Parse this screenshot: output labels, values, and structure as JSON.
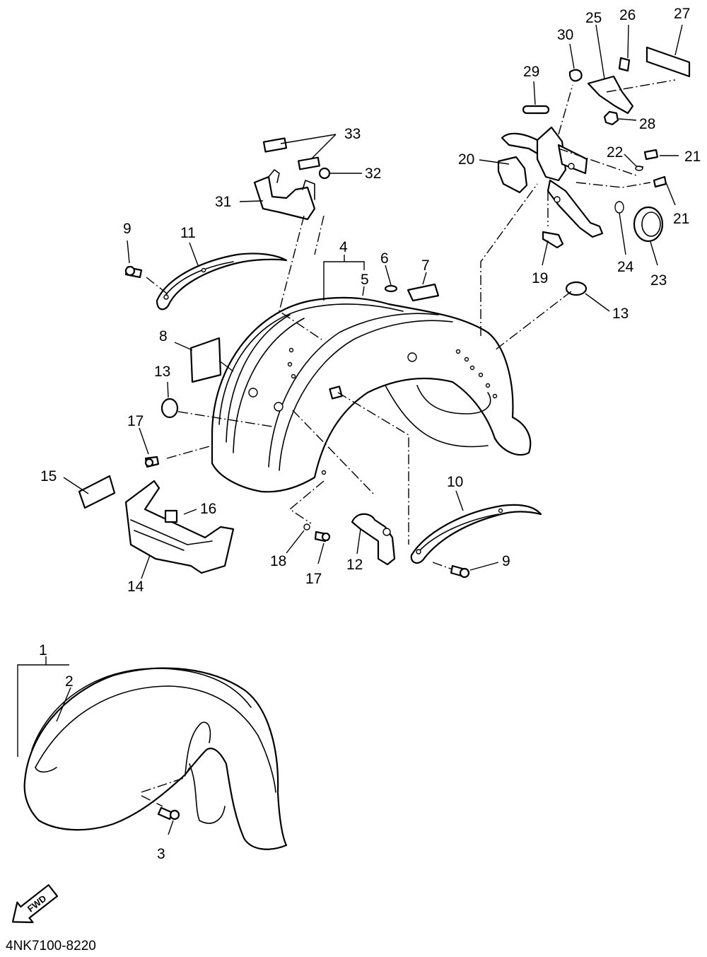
{
  "diagram": {
    "drawing_code": "4NK7100-8220",
    "direction_label": "FWD",
    "callouts": {
      "c1": "1",
      "c2": "2",
      "c3": "3",
      "c4": "4",
      "c5": "5",
      "c6": "6",
      "c7": "7",
      "c8": "8",
      "c9a": "9",
      "c9b": "9",
      "c10": "10",
      "c11": "11",
      "c12": "12",
      "c13a": "13",
      "c13b": "13",
      "c14": "14",
      "c15": "15",
      "c16": "16",
      "c17a": "17",
      "c17b": "17",
      "c18": "18",
      "c19": "19",
      "c20": "20",
      "c21a": "21",
      "c21b": "21",
      "c22": "22",
      "c23": "23",
      "c24": "24",
      "c25": "25",
      "c26": "26",
      "c27": "27",
      "c28": "28",
      "c29": "29",
      "c30": "30",
      "c31": "31",
      "c32": "32",
      "c33": "33"
    }
  }
}
